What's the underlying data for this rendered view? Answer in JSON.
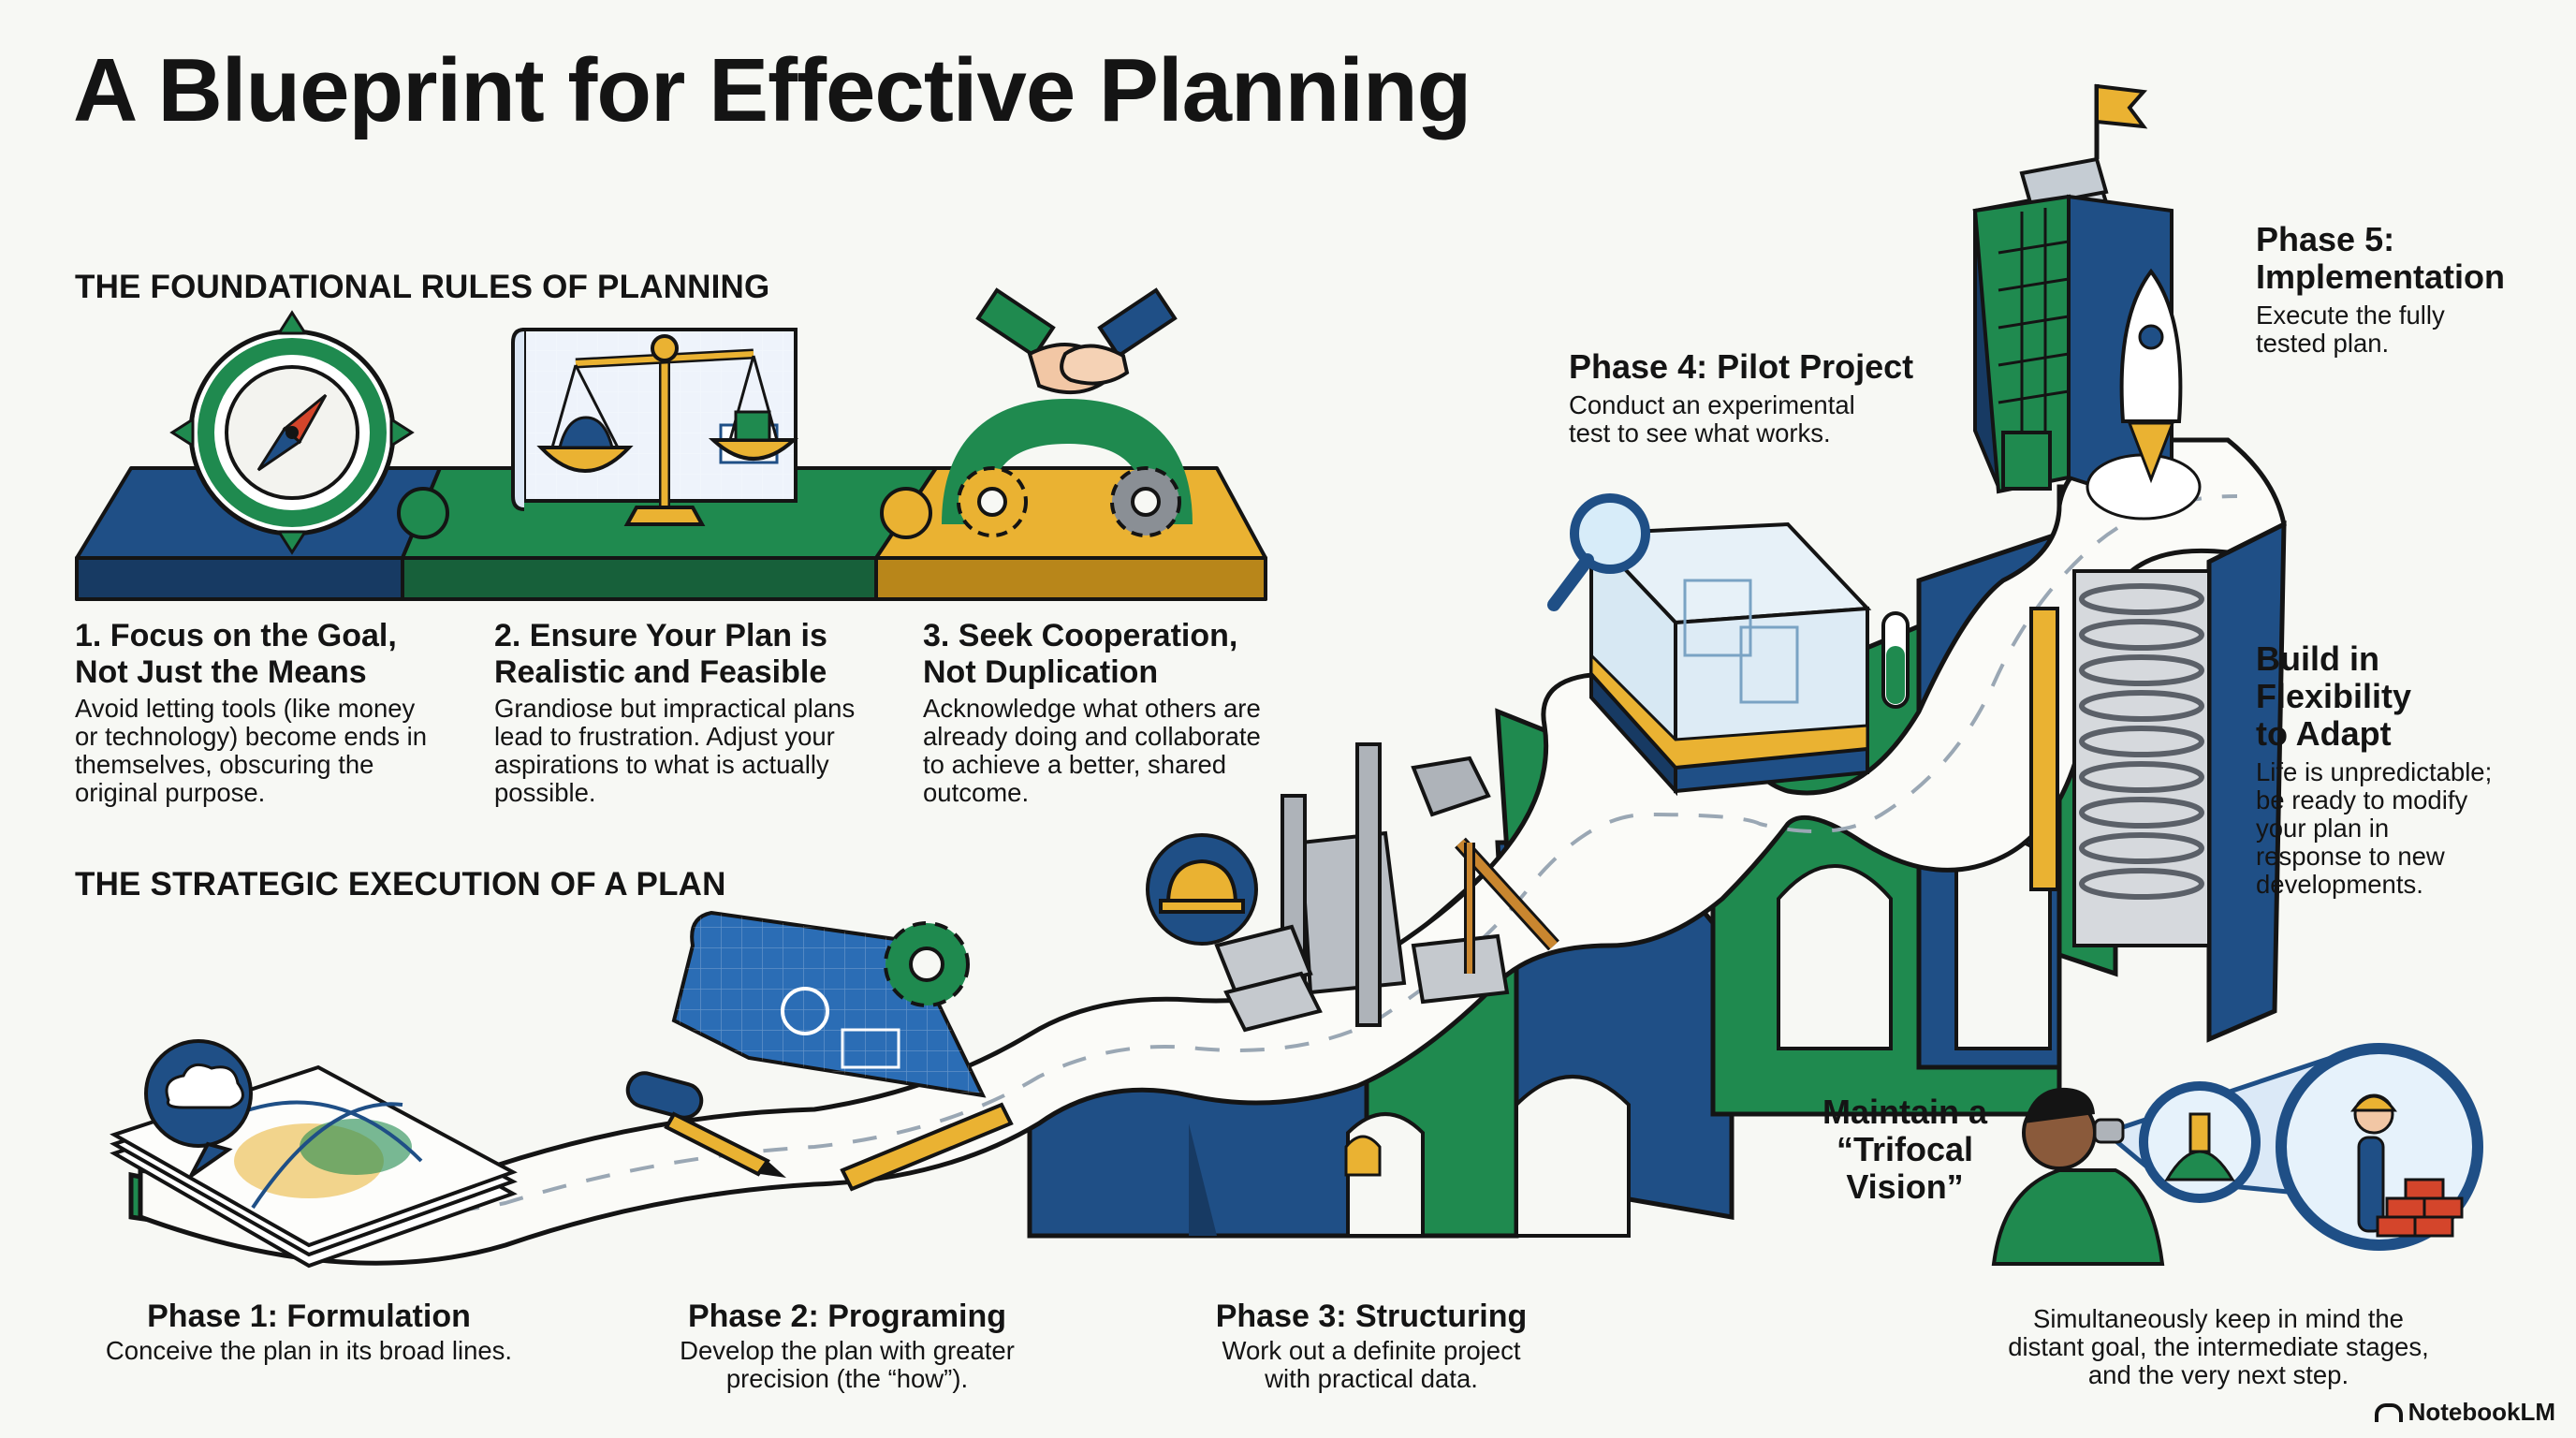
{
  "title": "A Blueprint for Effective Planning",
  "sections": {
    "rules": "THE FOUNDATIONAL RULES OF PLANNING",
    "execution": "THE STRATEGIC EXECUTION OF A PLAN"
  },
  "rules": [
    {
      "heading": "1. Focus on the Goal,\nNot Just the Means",
      "body": "Avoid letting tools (like money\nor technology) become ends in\nthemselves, obscuring the\noriginal purpose.",
      "icon": "compass-icon"
    },
    {
      "heading": "2. Ensure Your Plan is\nRealistic and Feasible",
      "body": "Grandiose but impractical plans\nlead to frustration. Adjust your\naspirations to what is actually\npossible.",
      "icon": "scales-icon"
    },
    {
      "heading": "3. Seek Cooperation,\nNot Duplication",
      "body": "Acknowledge what others are\nalready doing and collaborate\nto achieve a better, shared\noutcome.",
      "icon": "handshake-gears-icon"
    }
  ],
  "phases": [
    {
      "heading": "Phase 1: Formulation",
      "body": "Conceive the plan in its broad lines."
    },
    {
      "heading": "Phase 2: Programing",
      "body": "Develop the plan with greater\nprecision (the “how”)."
    },
    {
      "heading": "Phase 3: Structuring",
      "body": "Work out a definite project\nwith practical data."
    },
    {
      "heading": "Phase 4: Pilot Project",
      "body": "Conduct an experimental\ntest to see what works."
    },
    {
      "heading": "Phase 5:\nImplementation",
      "body": "Execute the fully\ntested plan."
    }
  ],
  "callouts": {
    "flexibility": {
      "heading": "Build in\nFlexibility\nto Adapt",
      "body": "Life is unpredictable;\nbe ready to modify\nyour plan in\nresponse to new\ndevelopments."
    },
    "trifocal": {
      "heading": "Maintain a\n“Trifocal\nVision”",
      "body": "Simultaneously keep in mind the\ndistant goal, the intermediate stages,\nand the very next step."
    }
  },
  "brand": "NotebookLM",
  "colors": {
    "navy": "#1f4f86",
    "green": "#1f8a4f",
    "gold": "#eab232",
    "ink": "#141414"
  }
}
